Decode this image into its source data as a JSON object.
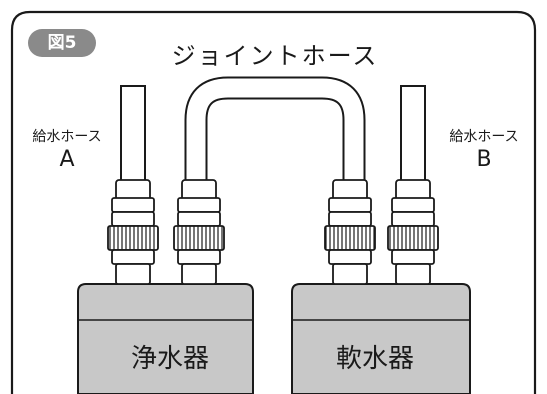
{
  "figure_badge": "図5",
  "title": "ジョイントホース",
  "hose_a": {
    "label": "給水ホース",
    "letter": "A"
  },
  "hose_b": {
    "label": "給水ホース",
    "letter": "B"
  },
  "devices": {
    "purifier": "浄水器",
    "softener": "軟水器"
  },
  "colors": {
    "badge": "#8a8a8a",
    "device_fill": "#c8c8c8",
    "outline": "#1a1a1a"
  }
}
